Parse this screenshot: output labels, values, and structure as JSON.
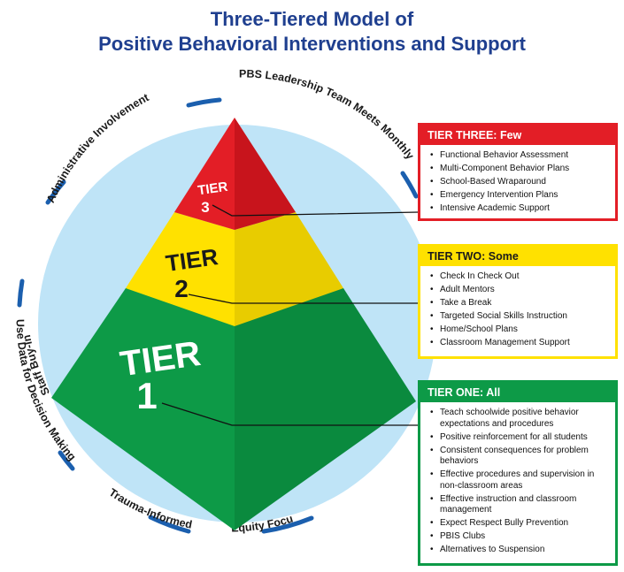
{
  "title": {
    "line1": "Three-Tiered Model of",
    "line2": "Positive Behavioral Interventions and Support"
  },
  "circle_labels": [
    "PBS Leadership Team Meets Monthly",
    "Administrative Involvement",
    "Staff Buy-In",
    "Use Data for Decision Making",
    "Trauma-Informed",
    "Equity Focus"
  ],
  "pyramid": {
    "tier3": {
      "word": "TIER",
      "num": "3"
    },
    "tier2": {
      "word": "TIER",
      "num": "2"
    },
    "tier1": {
      "word": "TIER",
      "num": "1"
    }
  },
  "tiers": {
    "three": {
      "header": "TIER THREE: Few",
      "items": [
        "Functional Behavior Assessment",
        "Multi-Component Behavior Plans",
        "School-Based Wraparound",
        "Emergency Intervention Plans",
        "Intensive Academic Support"
      ]
    },
    "two": {
      "header": "TIER TWO: Some",
      "items": [
        "Check In Check Out",
        "Adult Mentors",
        "Take a Break",
        "Targeted Social Skills Instruction",
        "Home/School Plans",
        "Classroom Management Support"
      ]
    },
    "one": {
      "header": "TIER ONE: All",
      "items": [
        "Teach schoolwide positive behavior expectations and procedures",
        "Positive reinforcement for all students",
        "Consistent consequences for problem behaviors",
        "Effective procedures and supervision in non-classroom areas",
        "Effective instruction and classroom management",
        "Expect Respect Bully Prevention",
        "PBIS Clubs",
        "Alternatives to Suspension"
      ]
    }
  },
  "colors": {
    "navy": "#1f3f8f",
    "ring": "#1b5fae",
    "circle_fill": "#bfe4f7",
    "red": "#e31e26",
    "red_dark": "#c8141c",
    "yellow": "#ffe100",
    "yellow_dark": "#e8cc00",
    "green": "#0d9a47",
    "green_dark": "#0a8a3e"
  }
}
